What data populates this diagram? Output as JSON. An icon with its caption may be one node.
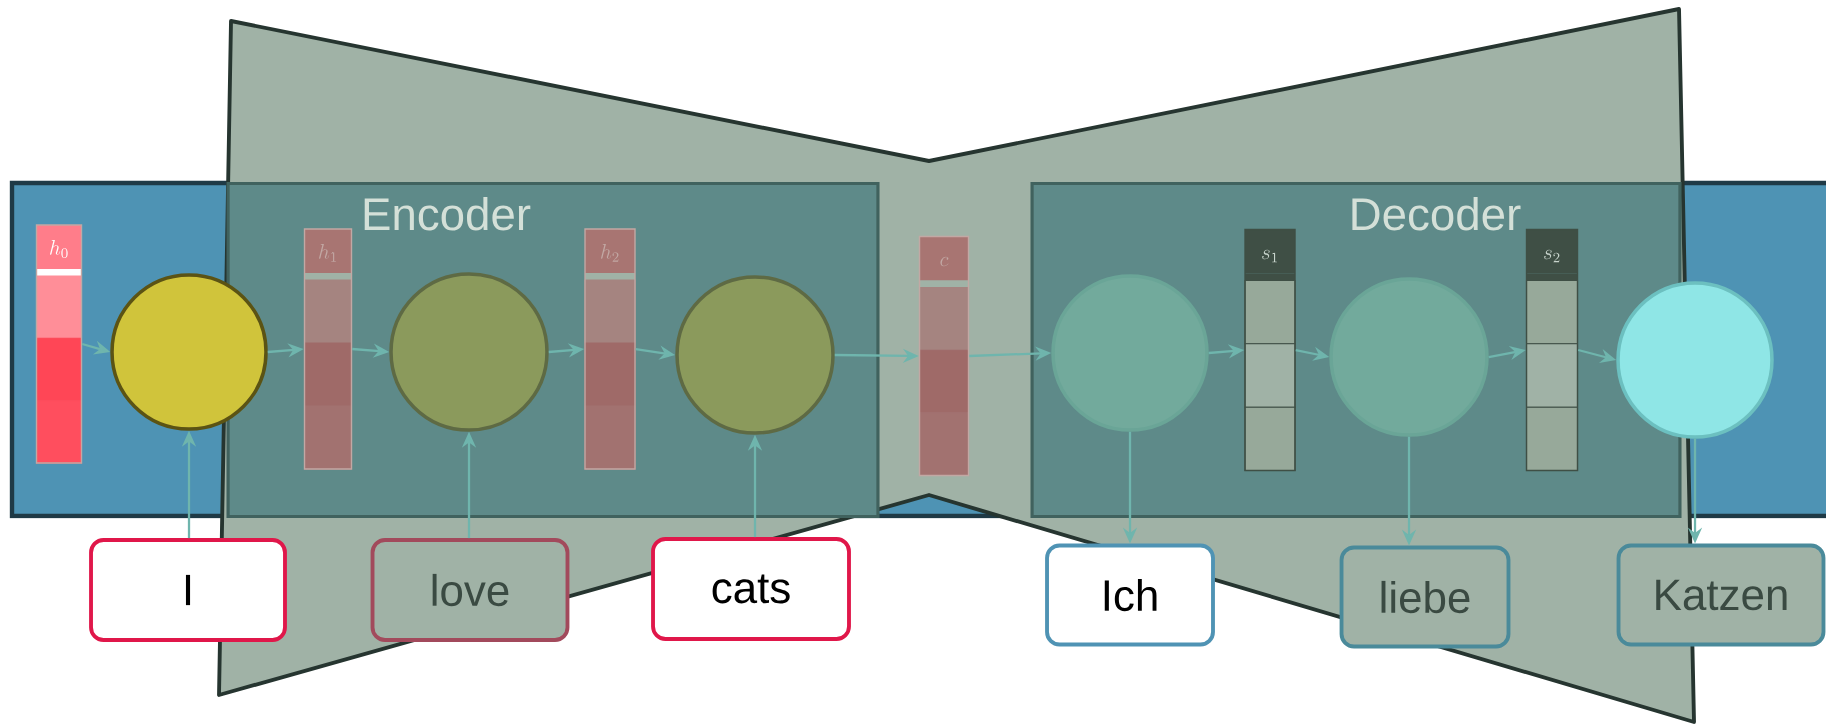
{
  "diagram": {
    "nodes": [
      {
        "text": [
          "Encoder"
        ]
      },
      {
        "text": [
          "Decoder"
        ]
      },
      {
        "text": [
          "h_0"
        ]
      },
      {
        "text": [],
        "shape": "circle"
      },
      {
        "text": [
          "h_1"
        ],
        "in": 0
      },
      {
        "text": [],
        "shape": "circle",
        "in": 0
      },
      {
        "text": [
          "h_2"
        ],
        "in": 0
      },
      {
        "text": [],
        "shape": "circle",
        "in": 0
      },
      {
        "text": [
          "c"
        ]
      },
      {
        "text": [],
        "shape": "circle",
        "in": 1
      },
      {
        "text": [
          "s_1"
        ],
        "in": 1
      },
      {
        "text": [],
        "shape": "circle",
        "in": 1
      },
      {
        "text": [
          "s_2"
        ],
        "in": 1
      },
      {
        "text": [],
        "shape": "circle"
      },
      {
        "text": [
          "I"
        ]
      },
      {
        "text": [
          "love"
        ]
      },
      {
        "text": [
          "cats"
        ]
      },
      {
        "text": [
          "Ich"
        ]
      },
      {
        "text": [
          "liebe"
        ]
      },
      {
        "text": [
          "Katzen"
        ]
      }
    ],
    "edges": [
      {
        "from": 2,
        "to": 3,
        "arrow": "to"
      },
      {
        "from": 3,
        "to": 4,
        "arrow": "to"
      },
      {
        "from": 4,
        "to": 5,
        "arrow": "to"
      },
      {
        "from": 5,
        "to": 6,
        "arrow": "to"
      },
      {
        "from": 6,
        "to": 7,
        "arrow": "to"
      },
      {
        "from": 7,
        "to": 8,
        "arrow": "to"
      },
      {
        "from": 8,
        "to": 9,
        "arrow": "to"
      },
      {
        "from": 9,
        "to": 10,
        "arrow": "to"
      },
      {
        "from": 10,
        "to": 11,
        "arrow": "to"
      },
      {
        "from": 11,
        "to": 12,
        "arrow": "to"
      },
      {
        "from": 12,
        "to": 13,
        "arrow": "to"
      },
      {
        "from": 14,
        "to": 3,
        "arrow": "to"
      },
      {
        "from": 15,
        "to": 5,
        "arrow": "to"
      },
      {
        "from": 16,
        "to": 7,
        "arrow": "to"
      },
      {
        "from": 9,
        "to": 17,
        "arrow": "to"
      },
      {
        "from": 11,
        "to": 18,
        "arrow": "to"
      },
      {
        "from": 13,
        "to": 19,
        "arrow": "to"
      }
    ]
  }
}
